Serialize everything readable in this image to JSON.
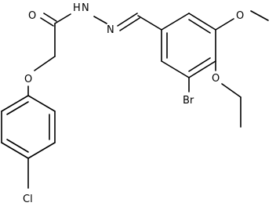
{
  "molecule": {
    "atoms": {
      "o_carbonyl": "O",
      "nh": "H",
      "n_hydrazone": "N",
      "o_ether": "O",
      "o_methoxy": "O",
      "o_ethoxy": "O",
      "br": "Br",
      "cl": "Cl"
    }
  },
  "colors": {
    "bond": "#000000",
    "label": "#000000",
    "background": "#ffffff"
  }
}
